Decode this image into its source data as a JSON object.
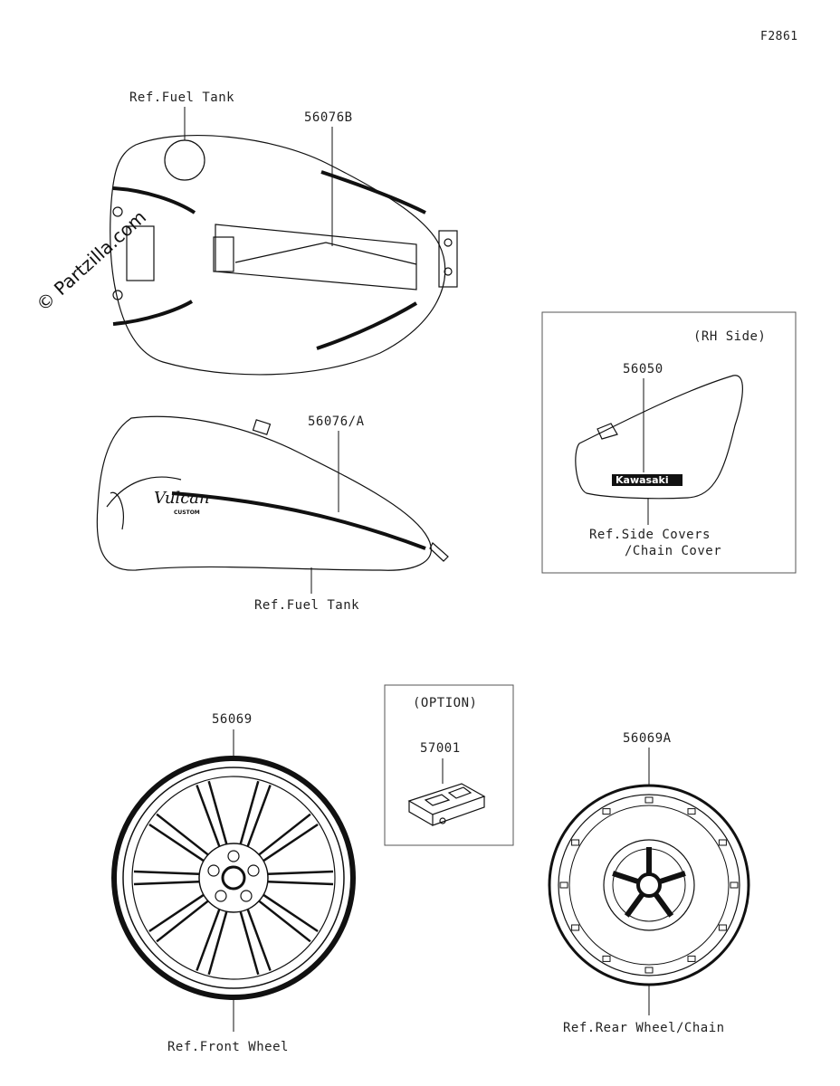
{
  "figure_id": "F2861",
  "watermark": "© Partzilla.com",
  "labels": {
    "fuel_tank_top_ref": "Ref.Fuel Tank",
    "part_56076B": "56076B",
    "part_56076A": "56076/A",
    "fuel_tank_side_ref": "Ref.Fuel Tank",
    "rh_side": "(RH Side)",
    "part_56050": "56050",
    "side_covers_ref_1": "Ref.Side Covers",
    "side_covers_ref_2": "/Chain Cover",
    "option": "(OPTION)",
    "part_57001": "57001",
    "part_56069": "56069",
    "front_wheel_ref": "Ref.Front Wheel",
    "part_56069A": "56069A",
    "rear_wheel_ref": "Ref.Rear Wheel/Chain"
  },
  "decal_text": {
    "kawasaki": "Kawasaki",
    "vulcan": "Vulcan",
    "custom": "CUSTOM"
  }
}
